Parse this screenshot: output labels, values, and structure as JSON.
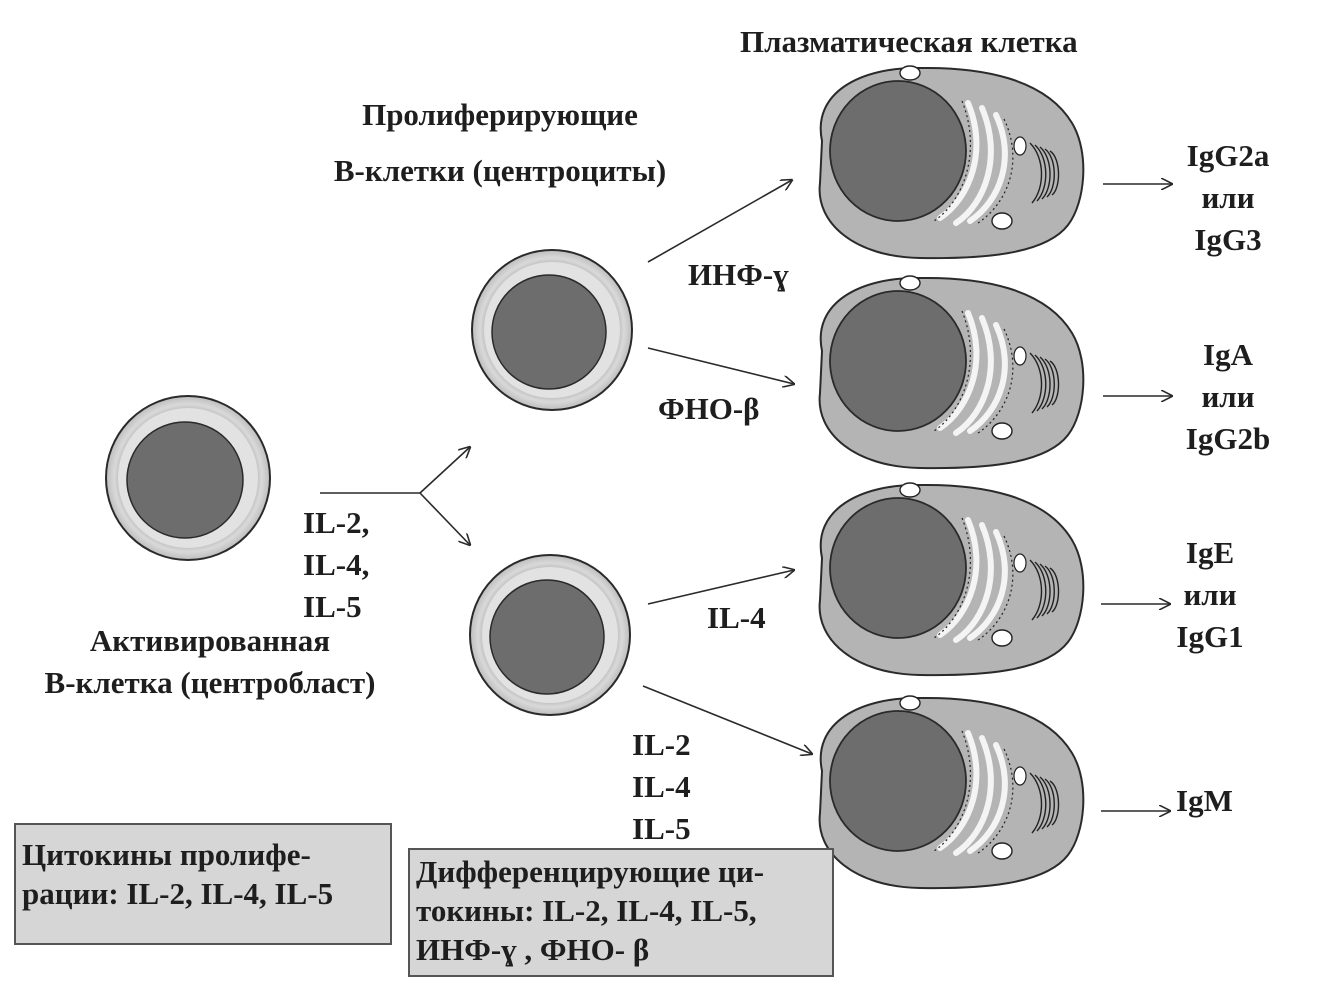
{
  "headings": {
    "plasma_cell": "Плазматическая клетка",
    "proliferating": [
      "Пролиферирующие",
      "B-клетки (центроциты)"
    ],
    "activated": [
      "Активированная",
      "B-клетка (центробласт)"
    ]
  },
  "cytokines": {
    "proliferation": [
      "IL-2,",
      "IL-4,",
      "IL-5"
    ],
    "ifn": "ИНФ-ɣ",
    "tnf": "ФНО-β",
    "il4": "IL-4",
    "bottom": [
      "IL-2",
      "IL-4",
      "IL-5"
    ]
  },
  "antibodies": {
    "cell1": [
      "IgG2a",
      "или",
      "IgG3"
    ],
    "cell2": [
      "IgA",
      "или",
      "IgG2b"
    ],
    "cell3": [
      "IgE",
      "или",
      "IgG1"
    ],
    "cell4": [
      "IgM"
    ]
  },
  "legend": {
    "proliferation": [
      "Цитокины пролифе-",
      "рации: IL-2, IL-4, IL-5"
    ],
    "differentiation": [
      "Дифференцирующие ци-",
      "токины: IL-2, IL-4, IL-5,",
      "ИНФ-ɣ , ФНО- β"
    ]
  },
  "colors": {
    "line": "#2a2a2a",
    "membrane": "#bdbdbd",
    "halo": "#e2e2e2",
    "nucleus": "#6d6d6d",
    "plasma_cytoplasm": "#b4b4b4",
    "box_fill": "#d6d6d6"
  }
}
